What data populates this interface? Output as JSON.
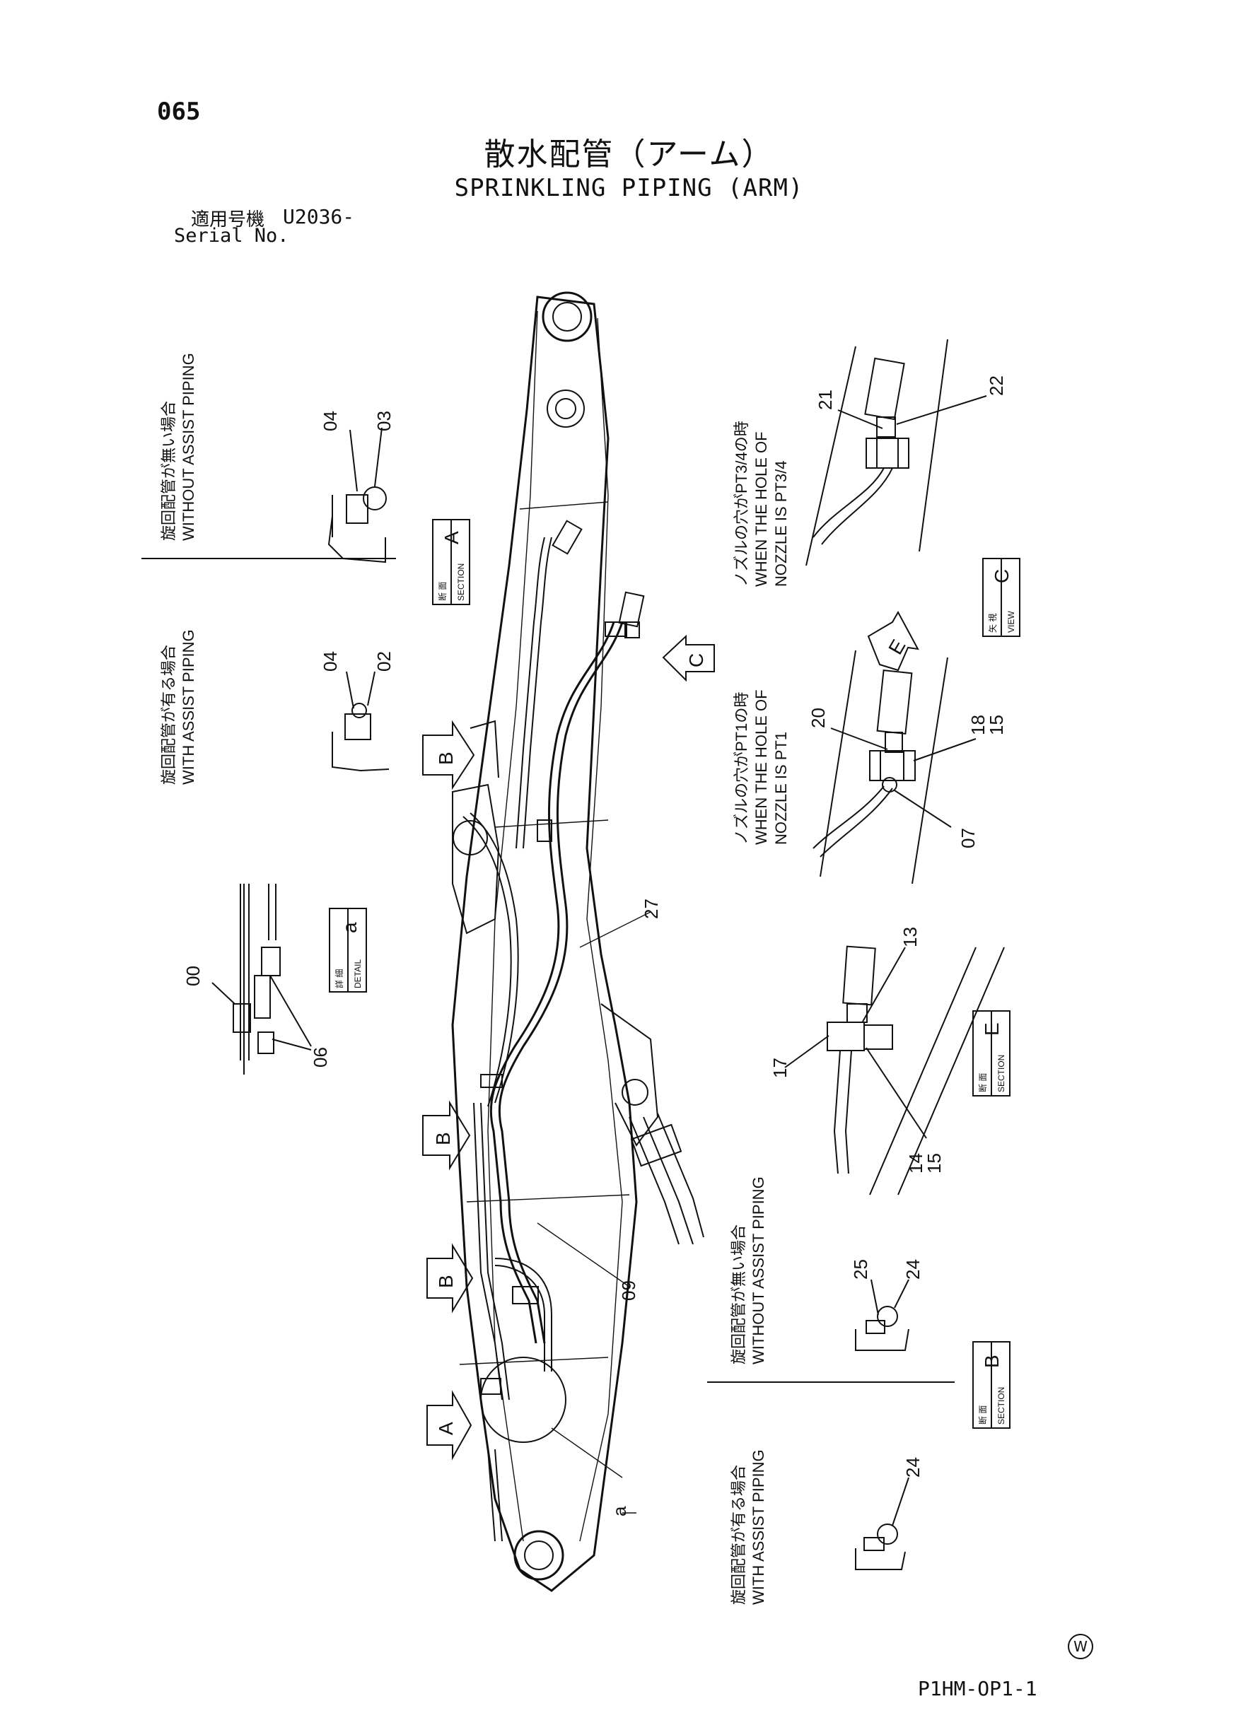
{
  "page": {
    "number": "065",
    "title_jp": "散水配管（アーム）",
    "title_en": "SPRINKLING PIPING (ARM)",
    "serial_label_jp": "適用号機",
    "serial_value": "U2036-",
    "serial_label_en": "Serial No.",
    "drawing_code": "P1HM-OP1-1",
    "watermark": "W"
  },
  "sections": {
    "without_assist_jp": "旋回配管が無い場合",
    "without_assist_en": "WITHOUT ASSIST PIPING",
    "with_assist_jp": "旋回配管が有る場合",
    "with_assist_en": "WITH ASSIST PIPING",
    "pt34_jp": "ノズルの穴がPT3/4の時",
    "pt34_en1": "WHEN THE HOLE OF",
    "pt34_en2": "NOZZLE IS PT3/4",
    "pt1_jp": "ノズルの穴がPT1の時",
    "pt1_en1": "WHEN THE HOLE OF",
    "pt1_en2": "NOZZLE IS PT1"
  },
  "boxes": {
    "section_jp": "断 面",
    "section_en": "SECTION",
    "detail_jp": "詳 細",
    "detail_en": "DETAIL",
    "view_jp": "矢 視",
    "view_en": "VIEW",
    "letter_A": "A",
    "letter_B": "B",
    "letter_C": "C",
    "letter_E": "E",
    "letter_a": "a"
  },
  "arrows": {
    "A": "A",
    "B": "B",
    "C": "C",
    "E": "E"
  },
  "part_numbers": {
    "p00": "00",
    "p02": "02",
    "p03": "03",
    "p04a": "04",
    "p04b": "04",
    "p06": "06",
    "p07": "07",
    "p09": "09",
    "p13": "13",
    "p14_15_top": "14",
    "p14_15_bot": "15",
    "p15_top": "18",
    "p15_bot": "15",
    "p17": "17",
    "p20": "20",
    "p21": "21",
    "p22": "22",
    "p24a": "24",
    "p24b": "24",
    "p25": "25",
    "p27": "27",
    "pa": "a"
  }
}
